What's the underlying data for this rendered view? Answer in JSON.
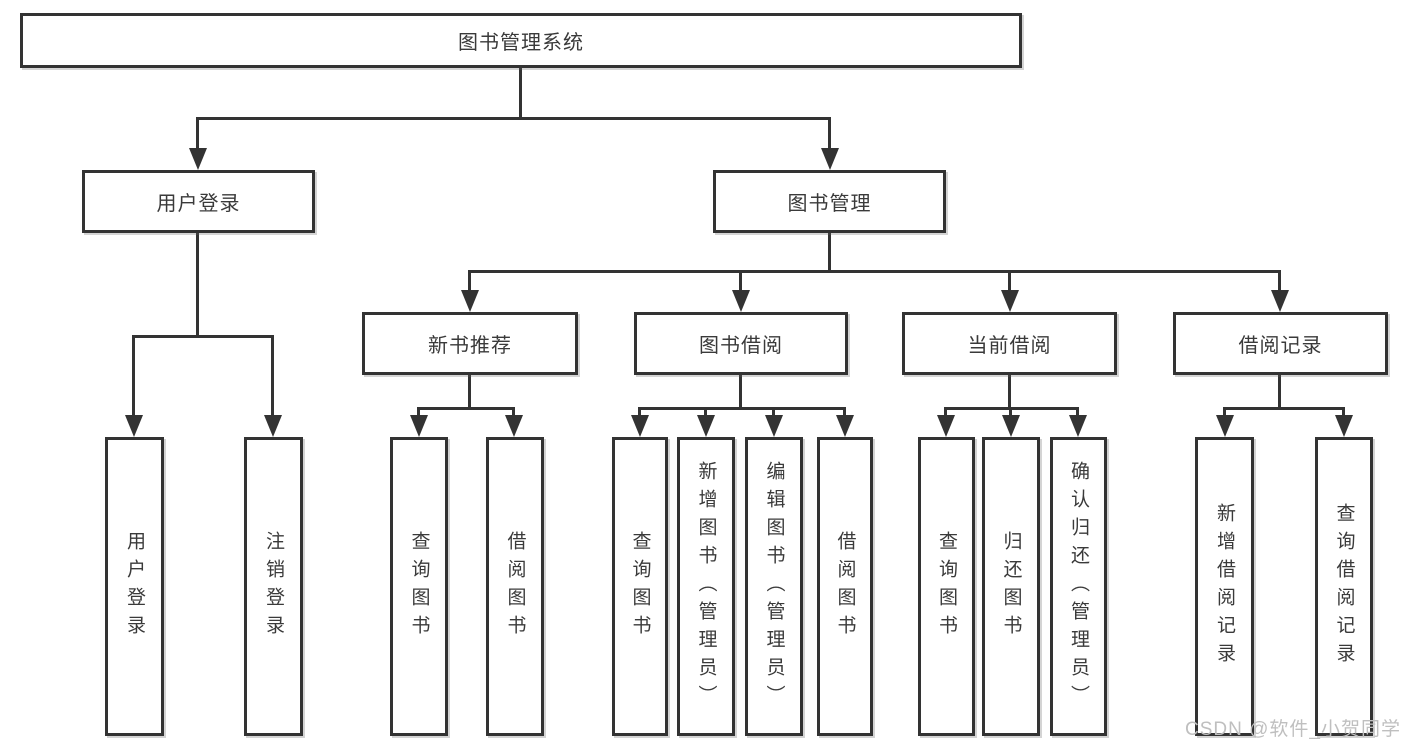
{
  "nodes": {
    "root": "图书管理系统",
    "level2": [
      "用户登录",
      "图书管理"
    ],
    "level3": [
      "新书推荐",
      "图书借阅",
      "当前借阅",
      "借阅记录"
    ],
    "leaves": {
      "user_login": [
        "用户登录",
        "注销登录"
      ],
      "new_book_recommend": [
        "查询图书",
        "借阅图书"
      ],
      "book_borrowing": [
        "查询图书",
        "新增图书（管理员）",
        "编辑图书（管理员）",
        "借阅图书"
      ],
      "current_borrowing": [
        "查询图书",
        "归还图书",
        "确认归还（管理员）"
      ],
      "borrowing_records": [
        "新增借阅记录",
        "查询借阅记录"
      ]
    }
  },
  "watermark": "CSDN @软件_小贺同学",
  "colors": {
    "line": "#333333",
    "text": "#3a3a3a",
    "background": "#ffffff",
    "watermark": "#bfbfbf"
  }
}
